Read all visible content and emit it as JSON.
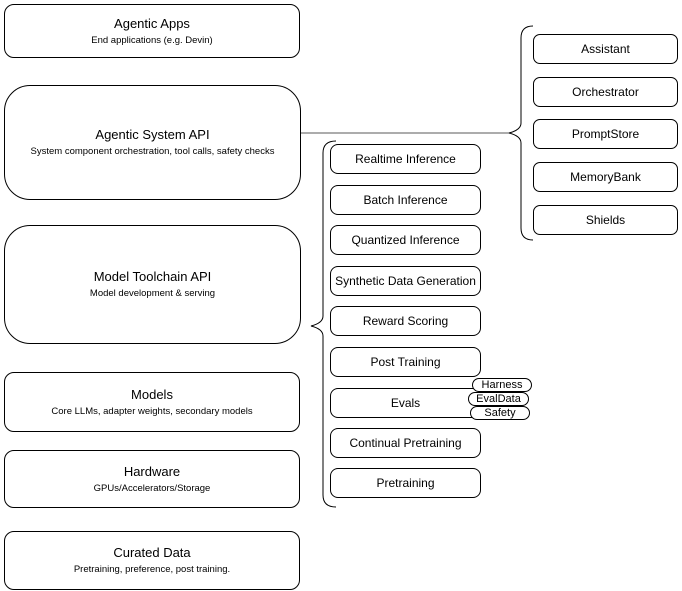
{
  "diagram": {
    "layers": [
      {
        "title": "Agentic Apps",
        "subtitle": "End applications (e.g. Devin)"
      },
      {
        "title": "Agentic System API",
        "subtitle": "System component orchestration, tool calls, safety checks"
      },
      {
        "title": "Model Toolchain API",
        "subtitle": "Model development & serving"
      },
      {
        "title": "Models",
        "subtitle": "Core LLMs, adapter weights, secondary models"
      },
      {
        "title": "Hardware",
        "subtitle": "GPUs/Accelerators/Storage"
      },
      {
        "title": "Curated Data",
        "subtitle": "Pretraining, preference, post training."
      }
    ],
    "toolchain_items": [
      {
        "label": "Realtime Inference"
      },
      {
        "label": "Batch Inference"
      },
      {
        "label": "Quantized Inference"
      },
      {
        "label": "Synthetic Data Generation"
      },
      {
        "label": "Reward Scoring"
      },
      {
        "label": "Post Training"
      },
      {
        "label": "Evals"
      },
      {
        "label": "Continual Pretraining"
      },
      {
        "label": "Pretraining"
      }
    ],
    "system_components": [
      {
        "label": "Assistant"
      },
      {
        "label": "Orchestrator"
      },
      {
        "label": "PromptStore"
      },
      {
        "label": "MemoryBank"
      },
      {
        "label": "Shields"
      }
    ],
    "eval_tags": [
      {
        "label": "Harness"
      },
      {
        "label": "EvalData"
      },
      {
        "label": "Safety"
      }
    ],
    "colors": {
      "stroke": "#000000",
      "fill": "#ffffff",
      "connector": "#595959"
    }
  }
}
